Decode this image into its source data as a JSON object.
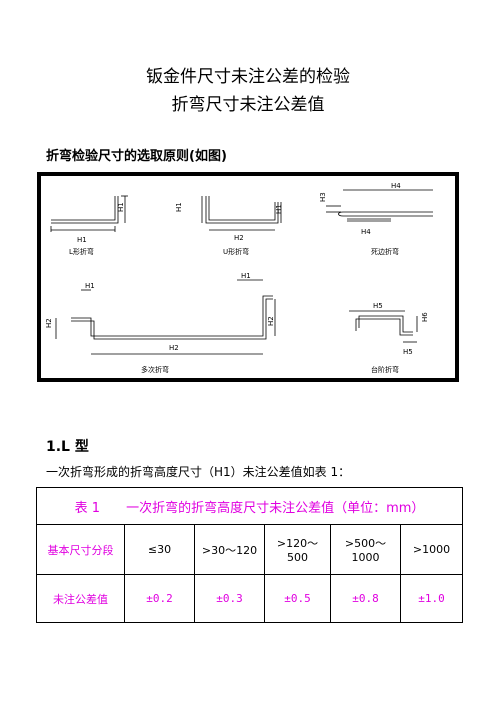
{
  "title_line1": "钣金件尺寸未注公差的检验",
  "title_line2": "折弯尺寸未注公差值",
  "section_heading": "折弯检验尺寸的选取原则(如图)",
  "figure": {
    "labels": {
      "l_bend": "L形折弯",
      "u_bend": "U形折弯",
      "dead_bend": "死边折弯",
      "multi_bend": "多次折弯",
      "step_bend": "台阶折弯"
    },
    "dims": [
      "H1",
      "H2",
      "H3",
      "H4",
      "H5",
      "H6"
    ]
  },
  "subsection_heading": "1.L 型",
  "paragraph": "一次折弯形成的折弯高度尺寸（H1）未注公差值如表 1：",
  "table": {
    "caption": "表 1　　一次折弯的折弯高度尺寸未注公差值（单位：mm）",
    "row1_header": "基本尺寸分段",
    "ranges": [
      "≤30",
      ">30～120",
      ">120～500",
      ">500～1000",
      ">1000"
    ],
    "row2_header": "未注公差值",
    "tolerances": [
      "±0.2",
      "±0.3",
      "±0.5",
      "±0.8",
      "±1.0"
    ]
  }
}
